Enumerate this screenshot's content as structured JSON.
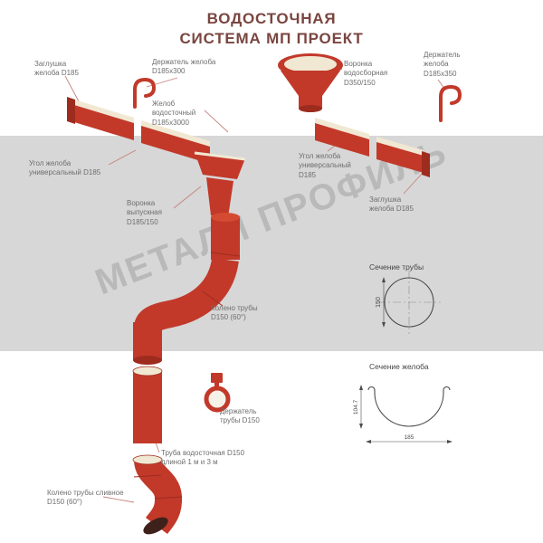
{
  "title": {
    "line1": "ВОДОСТОЧНАЯ",
    "line2": "СИСТЕМА МП ПРОЕКТ"
  },
  "watermark": {
    "text": "МЕТАЛЛ ПРОФИЛЬ"
  },
  "colors": {
    "part_red": "#c2392a",
    "part_dark_red": "#9e2c1e",
    "part_cream": "#f1e8d3",
    "band_gray": "#d7d7d7",
    "title_maroon": "#7a4540"
  },
  "labels": {
    "endcap_left": "Заглушка желоба D185",
    "gutter_holder_300": "Держатель желоба D185х300",
    "collect_funnel": "Воронка водосборная D350/150",
    "gutter_holder_350": "Держатель желоба D185х350",
    "gutter": "Желоб водосточный D185х3000",
    "corner_left": "Угол желоба универсальный D185",
    "corner_right": "Угол желоба универсальный D185",
    "outlet_funnel": "Воронка выпускная D185/150",
    "endcap_right": "Заглушка желоба D185",
    "elbow": "Колено трубы D150 (60°)",
    "pipe_holder": "Держатель трубы D150",
    "downpipe": "Труба водосточная D150 длиной 1 м и 3 м",
    "drain_elbow": "Колено трубы сливное D150 (60°)"
  },
  "sections": {
    "pipe": {
      "title": "Сечение трубы",
      "diameter": "150"
    },
    "gutter": {
      "title": "Сечение желоба",
      "height": "104.7",
      "width": "185"
    }
  }
}
